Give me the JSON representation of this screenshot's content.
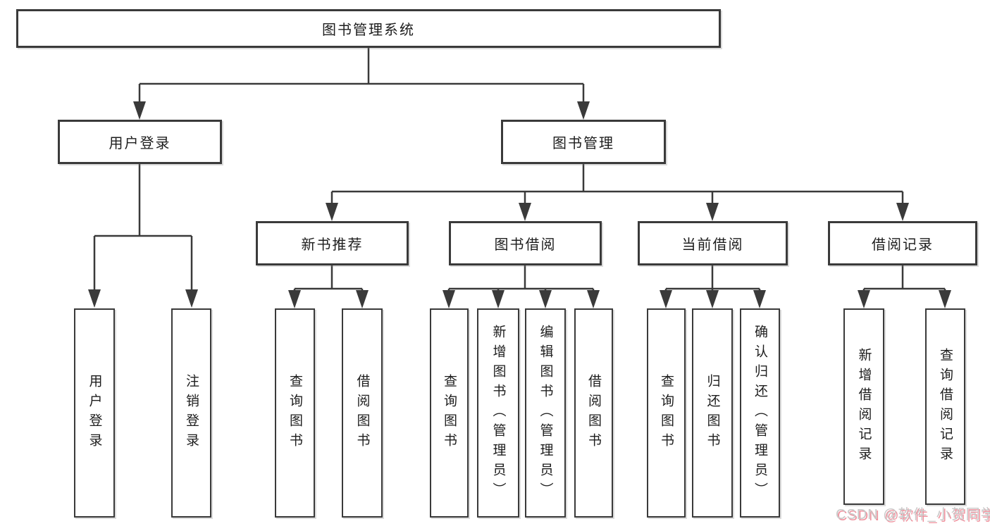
{
  "tree": {
    "label": "图书管理系统",
    "children": [
      {
        "label": "用户登录",
        "children": [
          {
            "label": "用户登录"
          },
          {
            "label": "注销登录"
          }
        ]
      },
      {
        "label": "图书管理",
        "children": [
          {
            "label": "新书推荐",
            "children": [
              {
                "label": "查询图书"
              },
              {
                "label": "借阅图书"
              }
            ]
          },
          {
            "label": "图书借阅",
            "children": [
              {
                "label": "查询图书"
              },
              {
                "label": "新增图书（管理员）"
              },
              {
                "label": "编辑图书（管理员）"
              },
              {
                "label": "借阅图书"
              }
            ]
          },
          {
            "label": "当前借阅",
            "children": [
              {
                "label": "查询图书"
              },
              {
                "label": "归还图书"
              },
              {
                "label": "确认归还（管理员）"
              }
            ]
          },
          {
            "label": "借阅记录",
            "children": [
              {
                "label": "新增借阅记录"
              },
              {
                "label": "查询借阅记录"
              }
            ]
          }
        ]
      }
    ]
  },
  "watermark": "CSDN @软件_小贺同学",
  "colors": {
    "line": "#3a3a3a",
    "box_border": "#3a3a3a",
    "box_fill": "#ffffff",
    "text": "#1d1d1d",
    "background": "#ffffff",
    "watermark_text": "#c9c9c9",
    "watermark_shadow": "#f0939f"
  }
}
